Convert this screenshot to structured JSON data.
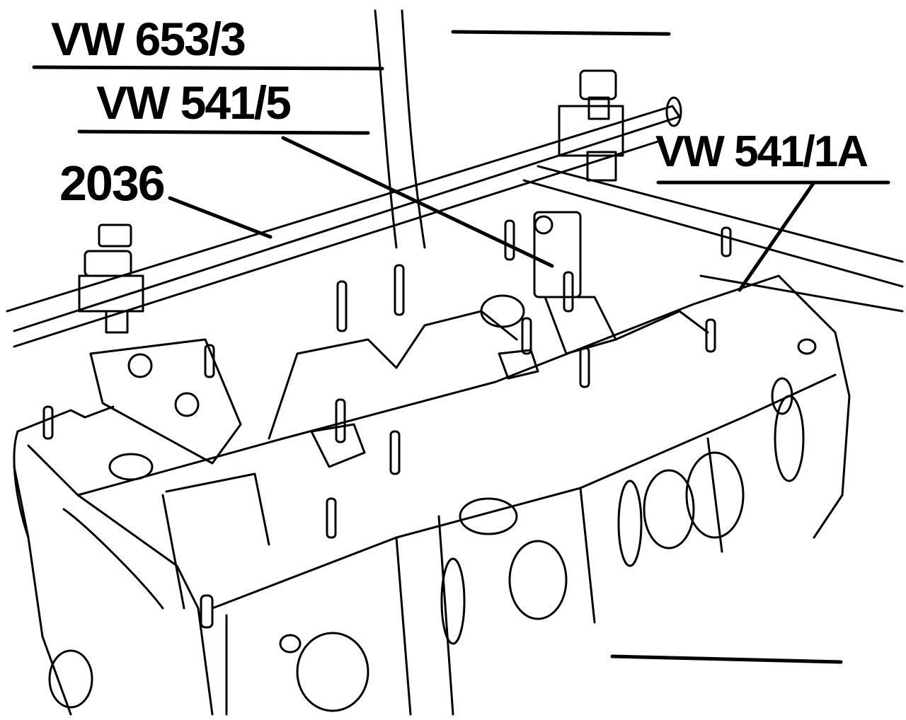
{
  "figure": {
    "callouts": {
      "tool_1": "VW 653/3",
      "tool_2": "VW 541/5",
      "tool_3": "2036",
      "tool_4": "VW 541/1A"
    },
    "colors": {
      "ink": "#000000",
      "paper": "#ffffff"
    }
  }
}
